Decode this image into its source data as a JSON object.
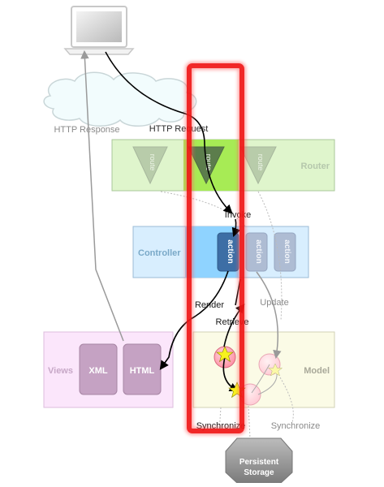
{
  "labels": {
    "http_response": "HTTP Response",
    "http_request": "HTTP Request",
    "router": "Router",
    "route": "route",
    "invoke": "Invoke",
    "controller": "Controller",
    "action": "action",
    "render": "Render",
    "update": "Update",
    "retrieve": "Retrieve",
    "views": "Views",
    "xml": "XML",
    "html": "HTML",
    "model": "Model",
    "synchronize_left": "Synchronize",
    "synchronize_right": "Synchronize",
    "storage_line1": "Persistent",
    "storage_line2": "Storage"
  },
  "colors": {
    "highlight": "#ee1111",
    "router_fill": "#dff5cc",
    "router_highlight": "#a7eb55",
    "controller_fill": "#d8eefe",
    "controller_highlight": "#8fd3ff",
    "views_fill": "#fbe6fb",
    "model_fill": "#fbfbe6",
    "action_dark": "#3d6ea5",
    "action_light": "#aebcd3",
    "view_tile": "#c5a2c3"
  },
  "icons": [
    "laptop-icon",
    "cloud-icon",
    "star-icon",
    "storage-icon"
  ]
}
